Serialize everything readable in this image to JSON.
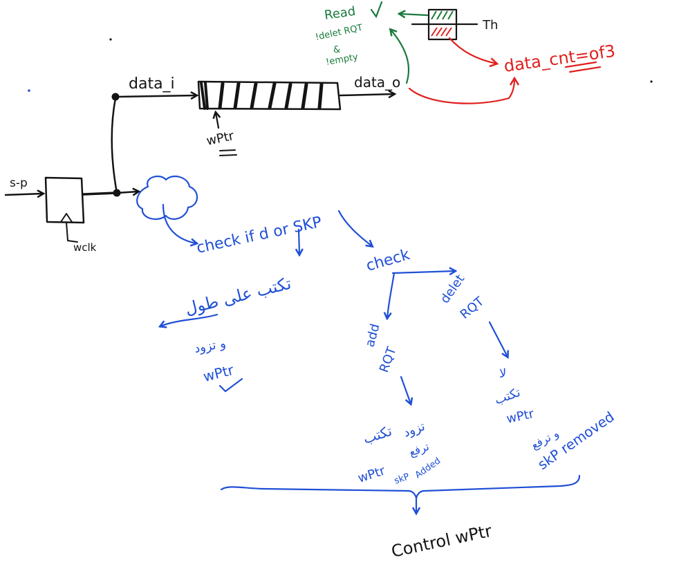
{
  "labels": {
    "s_p": "s-p",
    "wclk": "wclk",
    "data_i": "data_i",
    "data_o": "data_o",
    "wptr_top": "wPtr",
    "read": "Read",
    "read_cond_1": "!delet RQT",
    "read_cond_2": "&",
    "read_cond_3": "!empty",
    "th": "Th",
    "data_count": "data_cnt=of3",
    "check_if": "check if d or SKP",
    "check": "check",
    "arabic_left": "تكتب على طول",
    "arabic_left_2": "و تزود",
    "wptr_left": "wPtr",
    "add_rqt_1": "add",
    "add_rqt_2": "RQT",
    "arabic_add_1": "تكتب",
    "arabic_add_2": "تزود",
    "arabic_add_3": "ترفع",
    "wptr_add": "wPtr",
    "skp_added_1": "skP",
    "skp_added_2": "Added",
    "delet_rqt_1": "delet",
    "delet_rqt_2": "RQT",
    "arabic_del_1": "لا",
    "arabic_del_2": "تكتب",
    "wptr_del": "wPtr",
    "arabic_del_3": "و ترفع",
    "skp_removed": "skP removed",
    "control": "Control wPtr"
  },
  "colors": {
    "black": "#141414",
    "blue": "#1f4fd6",
    "green": "#1a7a3c",
    "red": "#e0201e"
  }
}
